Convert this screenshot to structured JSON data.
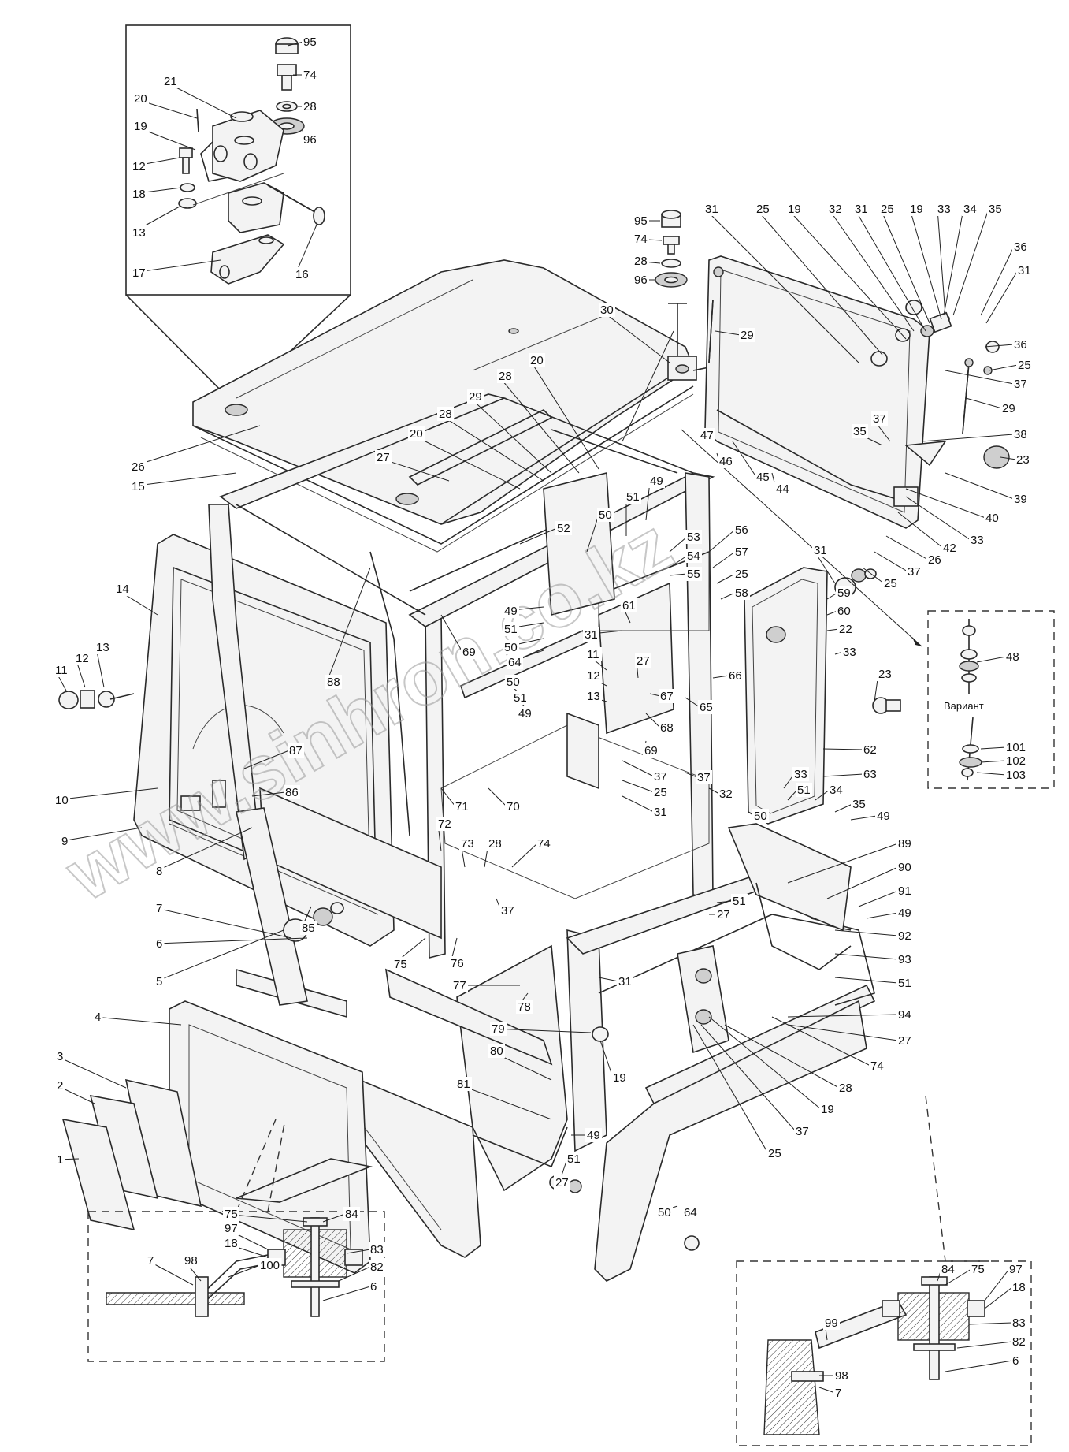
{
  "watermark": {
    "main": "www.sinhron.co.kz"
  },
  "variant_label": "Вариант",
  "callouts": [
    {
      "id": "c95a",
      "text": "95"
    },
    {
      "id": "c74a",
      "text": "74"
    },
    {
      "id": "c28a",
      "text": "28"
    },
    {
      "id": "c96a",
      "text": "96"
    },
    {
      "id": "c21a",
      "text": "21"
    },
    {
      "id": "c20a",
      "text": "20"
    },
    {
      "id": "c19a",
      "text": "19"
    },
    {
      "id": "c12a",
      "text": "12"
    },
    {
      "id": "c18a",
      "text": "18"
    },
    {
      "id": "c13a",
      "text": "13"
    },
    {
      "id": "c17a",
      "text": "17"
    },
    {
      "id": "c16a",
      "text": "16"
    },
    {
      "id": "c95b",
      "text": "95"
    },
    {
      "id": "c74b",
      "text": "74"
    },
    {
      "id": "c28b",
      "text": "28"
    },
    {
      "id": "c96b",
      "text": "96"
    },
    {
      "id": "c30",
      "text": "30"
    },
    {
      "id": "c20b",
      "text": "20"
    },
    {
      "id": "c28c",
      "text": "28"
    },
    {
      "id": "c29a",
      "text": "29"
    },
    {
      "id": "c28d",
      "text": "28"
    },
    {
      "id": "c20c",
      "text": "20"
    },
    {
      "id": "c27a",
      "text": "27"
    },
    {
      "id": "c26",
      "text": "26"
    },
    {
      "id": "c15",
      "text": "15"
    },
    {
      "id": "c14",
      "text": "14"
    },
    {
      "id": "c11a",
      "text": "11"
    },
    {
      "id": "c12b",
      "text": "12"
    },
    {
      "id": "c13b",
      "text": "13"
    },
    {
      "id": "c10",
      "text": "10"
    },
    {
      "id": "c9",
      "text": "9"
    },
    {
      "id": "c88",
      "text": "88"
    },
    {
      "id": "c87",
      "text": "87"
    },
    {
      "id": "c86",
      "text": "86"
    },
    {
      "id": "c85",
      "text": "85"
    },
    {
      "id": "c8",
      "text": "8"
    },
    {
      "id": "c7a",
      "text": "7"
    },
    {
      "id": "c6a",
      "text": "6"
    },
    {
      "id": "c5",
      "text": "5"
    },
    {
      "id": "c4",
      "text": "4"
    },
    {
      "id": "c3",
      "text": "3"
    },
    {
      "id": "c2",
      "text": "2"
    },
    {
      "id": "c1",
      "text": "1"
    },
    {
      "id": "c31a",
      "text": "31"
    },
    {
      "id": "c25a",
      "text": "25"
    },
    {
      "id": "c19b",
      "text": "19"
    },
    {
      "id": "c32a",
      "text": "32"
    },
    {
      "id": "c31b",
      "text": "31"
    },
    {
      "id": "c25b",
      "text": "25"
    },
    {
      "id": "c19c",
      "text": "19"
    },
    {
      "id": "c33a",
      "text": "33"
    },
    {
      "id": "c34a",
      "text": "34"
    },
    {
      "id": "c35a",
      "text": "35"
    },
    {
      "id": "c36a",
      "text": "36"
    },
    {
      "id": "c31c",
      "text": "31"
    },
    {
      "id": "c36b",
      "text": "36"
    },
    {
      "id": "c25c",
      "text": "25"
    },
    {
      "id": "c37a",
      "text": "37"
    },
    {
      "id": "c29b",
      "text": "29"
    },
    {
      "id": "c29c",
      "text": "29"
    },
    {
      "id": "c38",
      "text": "38"
    },
    {
      "id": "c23a",
      "text": "23"
    },
    {
      "id": "c37b",
      "text": "37"
    },
    {
      "id": "c35b",
      "text": "35"
    },
    {
      "id": "c39",
      "text": "39"
    },
    {
      "id": "c40",
      "text": "40"
    },
    {
      "id": "c33b",
      "text": "33"
    },
    {
      "id": "c42",
      "text": "42"
    },
    {
      "id": "c26b",
      "text": "26"
    },
    {
      "id": "c37c",
      "text": "37"
    },
    {
      "id": "c25d",
      "text": "25"
    },
    {
      "id": "c31d",
      "text": "31"
    },
    {
      "id": "c45",
      "text": "45"
    },
    {
      "id": "c44",
      "text": "44"
    },
    {
      "id": "c47",
      "text": "47"
    },
    {
      "id": "c46",
      "text": "46"
    },
    {
      "id": "c49a",
      "text": "49"
    },
    {
      "id": "c51a",
      "text": "51"
    },
    {
      "id": "c50a",
      "text": "50"
    },
    {
      "id": "c52",
      "text": "52"
    },
    {
      "id": "c53",
      "text": "53"
    },
    {
      "id": "c54",
      "text": "54"
    },
    {
      "id": "c55",
      "text": "55"
    },
    {
      "id": "c56",
      "text": "56"
    },
    {
      "id": "c57",
      "text": "57"
    },
    {
      "id": "c25e",
      "text": "25"
    },
    {
      "id": "c58",
      "text": "58"
    },
    {
      "id": "c59",
      "text": "59"
    },
    {
      "id": "c60",
      "text": "60"
    },
    {
      "id": "c22",
      "text": "22"
    },
    {
      "id": "c33c",
      "text": "33"
    },
    {
      "id": "c23b",
      "text": "23"
    },
    {
      "id": "c62",
      "text": "62"
    },
    {
      "id": "c63",
      "text": "63"
    },
    {
      "id": "c66",
      "text": "66"
    },
    {
      "id": "c48",
      "text": "48"
    },
    {
      "id": "c101",
      "text": "101"
    },
    {
      "id": "c102",
      "text": "102"
    },
    {
      "id": "c103",
      "text": "103"
    },
    {
      "id": "c49b",
      "text": "49"
    },
    {
      "id": "c51b",
      "text": "51"
    },
    {
      "id": "c50b",
      "text": "50"
    },
    {
      "id": "c64a",
      "text": "64"
    },
    {
      "id": "c61",
      "text": "61"
    },
    {
      "id": "c31e",
      "text": "31"
    },
    {
      "id": "c27b",
      "text": "27"
    },
    {
      "id": "c11b",
      "text": "11"
    },
    {
      "id": "c12c",
      "text": "12"
    },
    {
      "id": "c13c",
      "text": "13"
    },
    {
      "id": "c50c",
      "text": "50"
    },
    {
      "id": "c51c",
      "text": "51"
    },
    {
      "id": "c49c",
      "text": "49"
    },
    {
      "id": "c67",
      "text": "67"
    },
    {
      "id": "c68",
      "text": "68"
    },
    {
      "id": "c65",
      "text": "65"
    },
    {
      "id": "c69a",
      "text": "69"
    },
    {
      "id": "c69b",
      "text": "69"
    },
    {
      "id": "c70",
      "text": "70"
    },
    {
      "id": "c71",
      "text": "71"
    },
    {
      "id": "c72",
      "text": "72"
    },
    {
      "id": "c73",
      "text": "73"
    },
    {
      "id": "c28e",
      "text": "28"
    },
    {
      "id": "c74c",
      "text": "74"
    },
    {
      "id": "c37d",
      "text": "37"
    },
    {
      "id": "c75a",
      "text": "75"
    },
    {
      "id": "c76",
      "text": "76"
    },
    {
      "id": "c77",
      "text": "77"
    },
    {
      "id": "c78",
      "text": "78"
    },
    {
      "id": "c79",
      "text": "79"
    },
    {
      "id": "c80",
      "text": "80"
    },
    {
      "id": "c81",
      "text": "81"
    },
    {
      "id": "c37e",
      "text": "37"
    },
    {
      "id": "c25f",
      "text": "25"
    },
    {
      "id": "c31f",
      "text": "31"
    },
    {
      "id": "c33d",
      "text": "33"
    },
    {
      "id": "c51d",
      "text": "51"
    },
    {
      "id": "c34b",
      "text": "34"
    },
    {
      "id": "c35c",
      "text": "35"
    },
    {
      "id": "c50d",
      "text": "50"
    },
    {
      "id": "c49d",
      "text": "49"
    },
    {
      "id": "c89",
      "text": "89"
    },
    {
      "id": "c90",
      "text": "90"
    },
    {
      "id": "c91",
      "text": "91"
    },
    {
      "id": "c49e",
      "text": "49"
    },
    {
      "id": "c92",
      "text": "92"
    },
    {
      "id": "c93",
      "text": "93"
    },
    {
      "id": "c51e",
      "text": "51"
    },
    {
      "id": "c94",
      "text": "94"
    },
    {
      "id": "c27c",
      "text": "27"
    },
    {
      "id": "c74d",
      "text": "74"
    },
    {
      "id": "c28f",
      "text": "28"
    },
    {
      "id": "c19d",
      "text": "19"
    },
    {
      "id": "c37f",
      "text": "37"
    },
    {
      "id": "c25g",
      "text": "25"
    },
    {
      "id": "c51f",
      "text": "51"
    },
    {
      "id": "c27d",
      "text": "27"
    },
    {
      "id": "c49f",
      "text": "49"
    },
    {
      "id": "c50e",
      "text": "50"
    },
    {
      "id": "c64b",
      "text": "64"
    },
    {
      "id": "c19e",
      "text": "19"
    },
    {
      "id": "c31g",
      "text": "31"
    },
    {
      "id": "c25h",
      "text": "25"
    },
    {
      "id": "c37g",
      "text": "37"
    },
    {
      "id": "c32b",
      "text": "32"
    },
    {
      "id": "c51g",
      "text": "51"
    },
    {
      "id": "c27e",
      "text": "27"
    },
    {
      "id": "c75b",
      "text": "75"
    },
    {
      "id": "c84a",
      "text": "84"
    },
    {
      "id": "c97a",
      "text": "97"
    },
    {
      "id": "c18b",
      "text": "18"
    },
    {
      "id": "c7b",
      "text": "7"
    },
    {
      "id": "c98a",
      "text": "98"
    },
    {
      "id": "c83a",
      "text": "83"
    },
    {
      "id": "c82a",
      "text": "82"
    },
    {
      "id": "c100",
      "text": "100"
    },
    {
      "id": "c6b",
      "text": "6"
    },
    {
      "id": "c84b",
      "text": "84"
    },
    {
      "id": "c75c",
      "text": "75"
    },
    {
      "id": "c97b",
      "text": "97"
    },
    {
      "id": "c18c",
      "text": "18"
    },
    {
      "id": "c99",
      "text": "99"
    },
    {
      "id": "c83b",
      "text": "83"
    },
    {
      "id": "c82b",
      "text": "82"
    },
    {
      "id": "c6c",
      "text": "6"
    },
    {
      "id": "c98b",
      "text": "98"
    },
    {
      "id": "c7c",
      "text": "7"
    }
  ]
}
